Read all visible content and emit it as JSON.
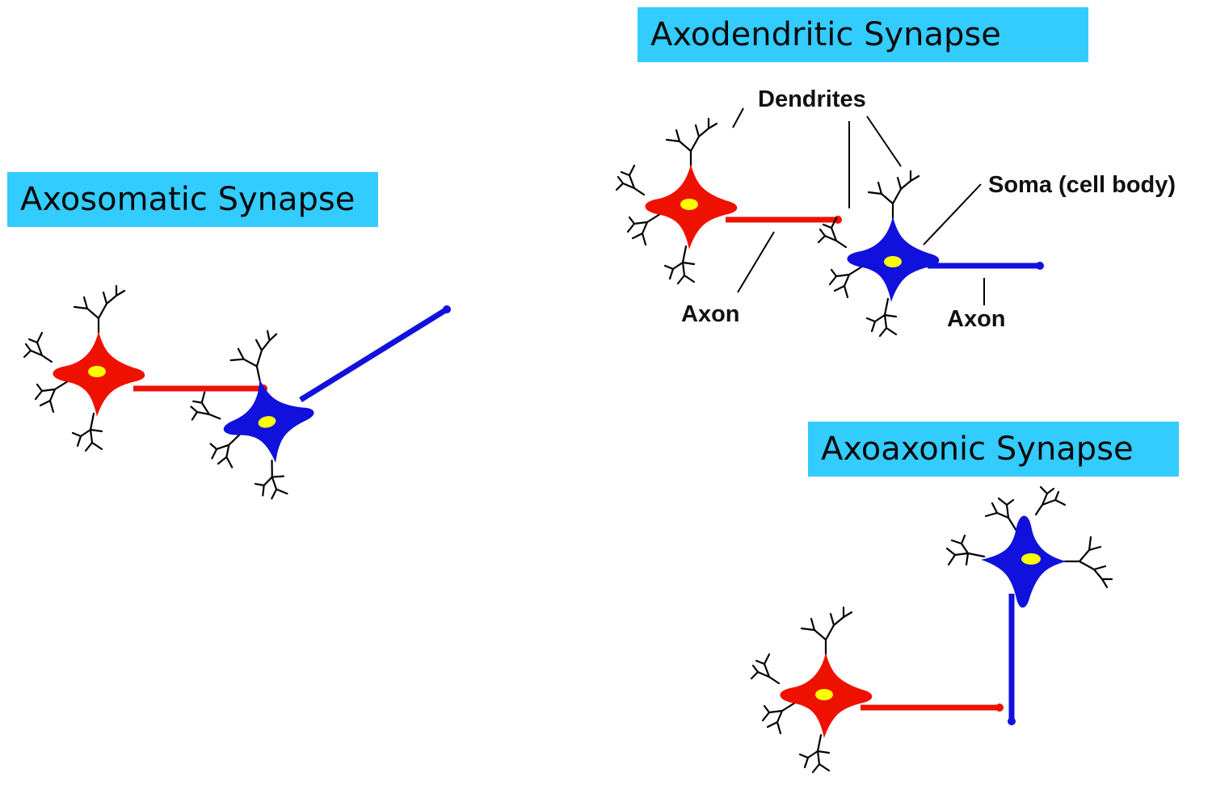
{
  "colors": {
    "title_box": "#33ccff",
    "presynaptic": "#ee1100",
    "postsynaptic": "#1111dd",
    "nucleus": "#ffff00",
    "dendrite_line": "#000000"
  },
  "panels": {
    "axosomatic": {
      "title": "Axosomatic Synapse"
    },
    "axodendritic": {
      "title": "Axodendritic Synapse",
      "labels": {
        "dendrites": "Dendrites",
        "soma": "Soma (cell body)",
        "axon_presynaptic": "Axon",
        "axon_postsynaptic": "Axon"
      }
    },
    "axoaxonic": {
      "title": "Axoaxonic Synapse"
    }
  }
}
